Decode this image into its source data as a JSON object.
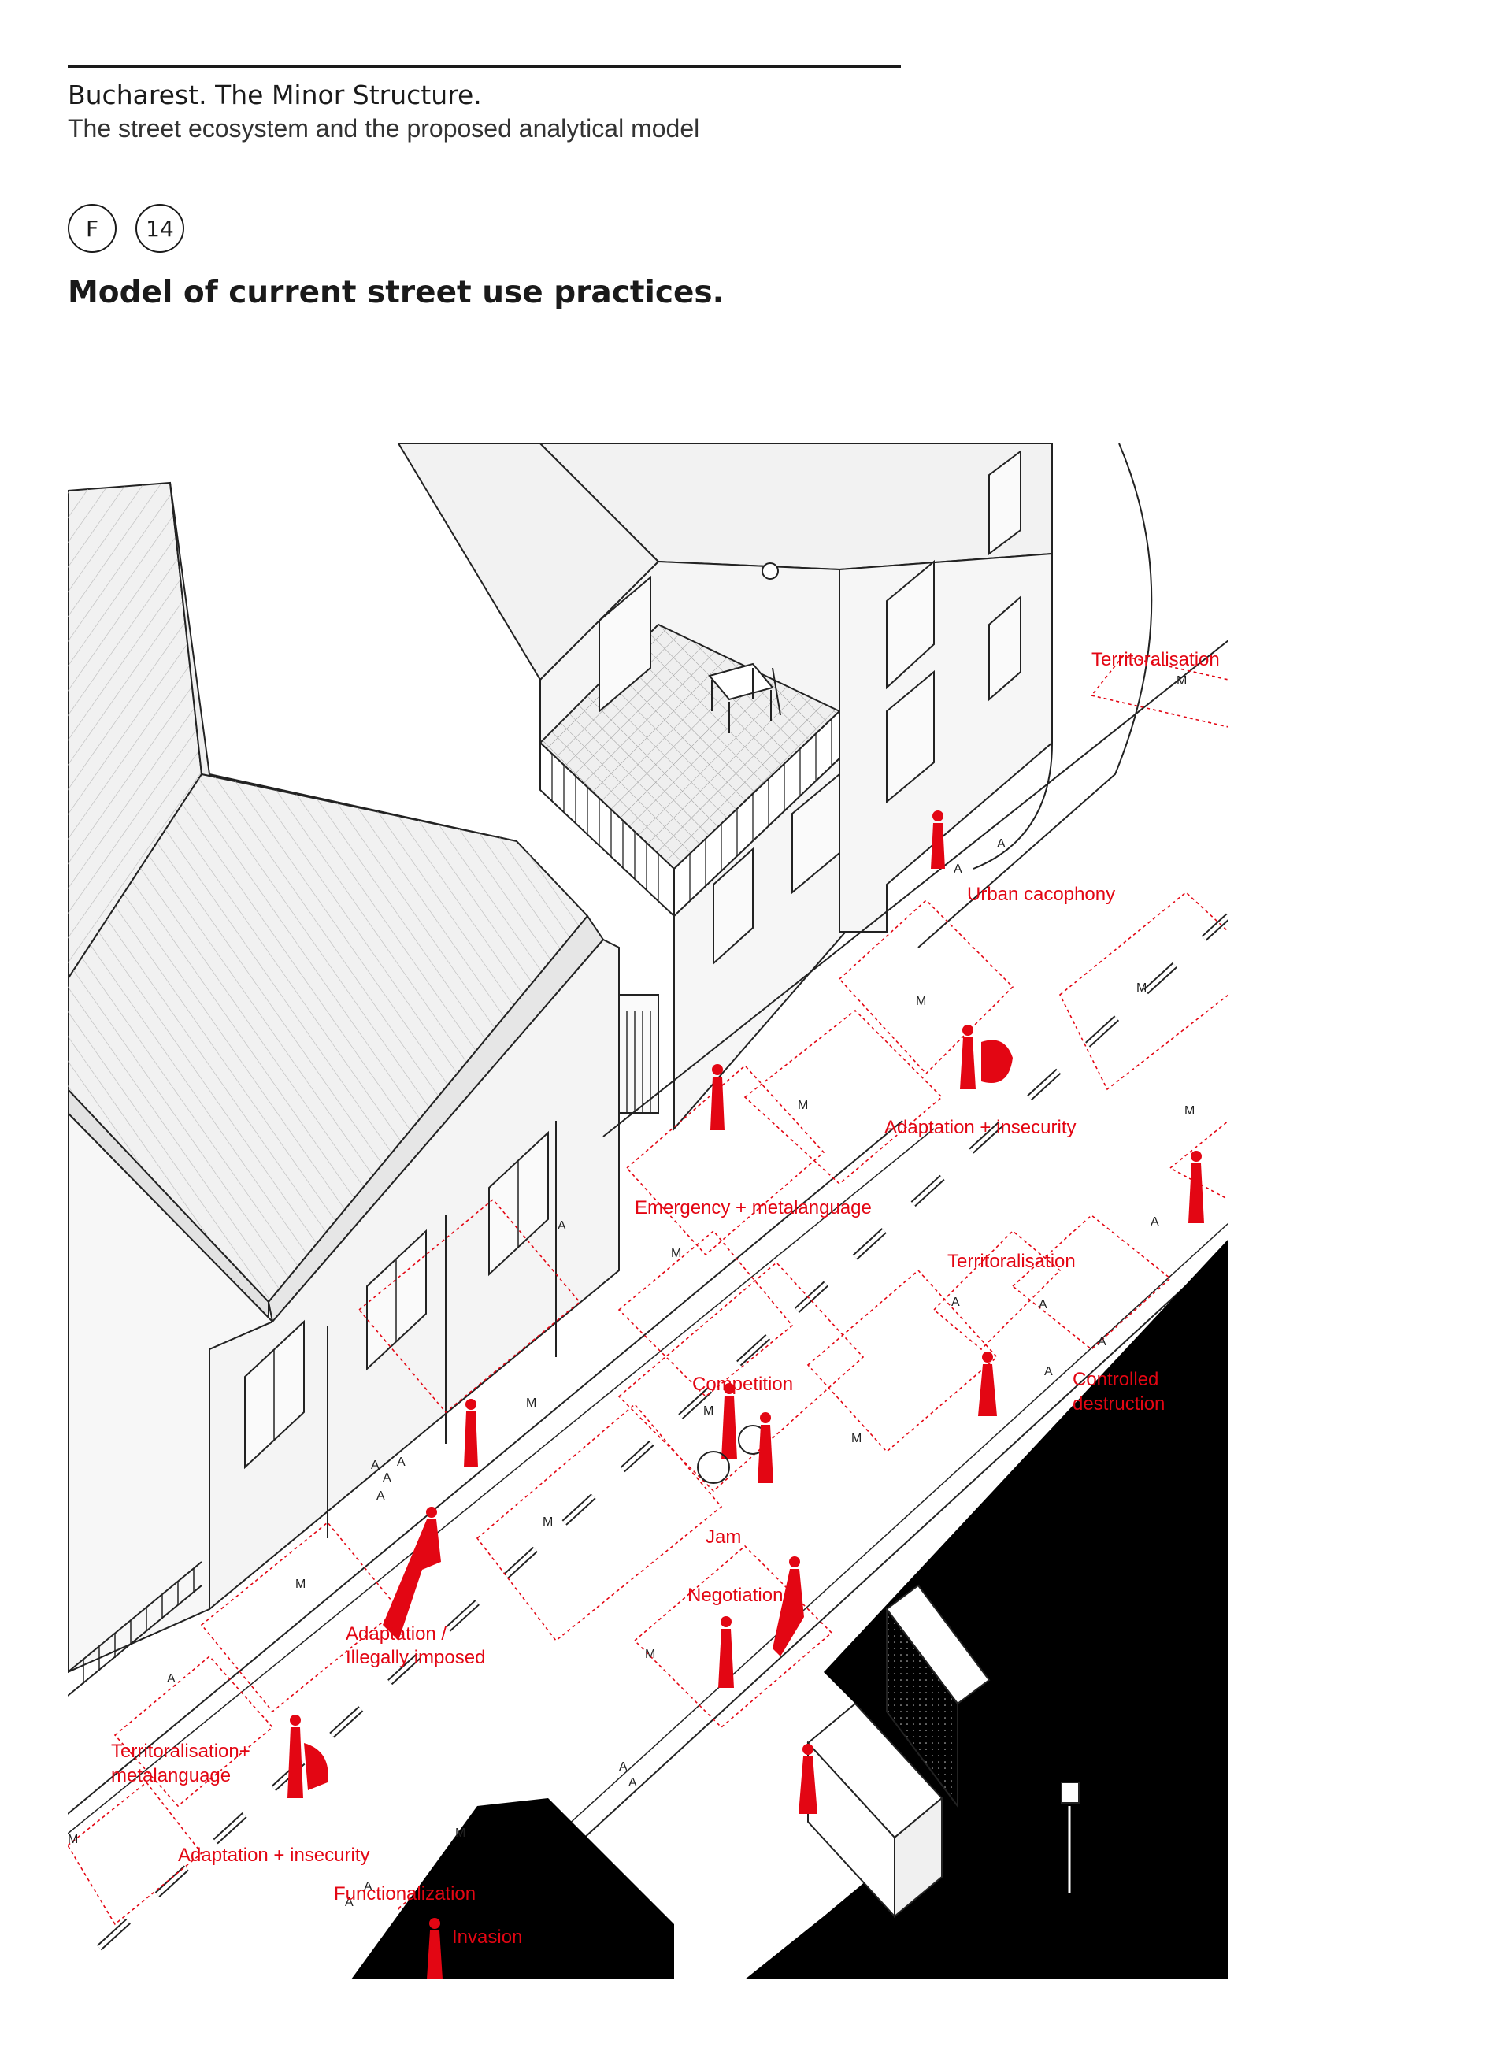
{
  "header": {
    "title": "Bucharest. The Minor Structure.",
    "subtitle": "The street ecosystem and the proposed analytical model"
  },
  "figure": {
    "letter": "F",
    "number": "14",
    "title": "Model of current street use practices."
  },
  "labels": [
    {
      "id": "territorialisation-top",
      "text": "Territoralisation"
    },
    {
      "id": "urban-cacophony",
      "text": "Urban cacophony"
    },
    {
      "id": "adaptation-insecurity-1",
      "text": "Adaptation + insecurity"
    },
    {
      "id": "emergency-metalanguage",
      "text": "Emergency + metalanguage"
    },
    {
      "id": "territorialisation-mid",
      "text": "Territoralisation"
    },
    {
      "id": "controlled-destruction-1",
      "text": "Controlled"
    },
    {
      "id": "controlled-destruction-2",
      "text": "destruction"
    },
    {
      "id": "competition",
      "text": "Competition"
    },
    {
      "id": "jam",
      "text": "Jam"
    },
    {
      "id": "negotiation",
      "text": "Negotiation"
    },
    {
      "id": "adaptation-illegal-1",
      "text": "Adaptation /"
    },
    {
      "id": "adaptation-illegal-2",
      "text": "Illegally imposed"
    },
    {
      "id": "territorialisation-meta-1",
      "text": "Territoralisation+"
    },
    {
      "id": "territorialisation-meta-2",
      "text": "metalanguage"
    },
    {
      "id": "adaptation-insecurity-2",
      "text": "Adaptation + insecurity"
    },
    {
      "id": "functionalization",
      "text": "Functionalization"
    },
    {
      "id": "invasion",
      "text": "Invasion"
    }
  ],
  "markers": {
    "m": "M",
    "a": "A"
  },
  "colors": {
    "accent": "#e30613",
    "ink": "#1a1a1a",
    "shadow": "#000000"
  }
}
